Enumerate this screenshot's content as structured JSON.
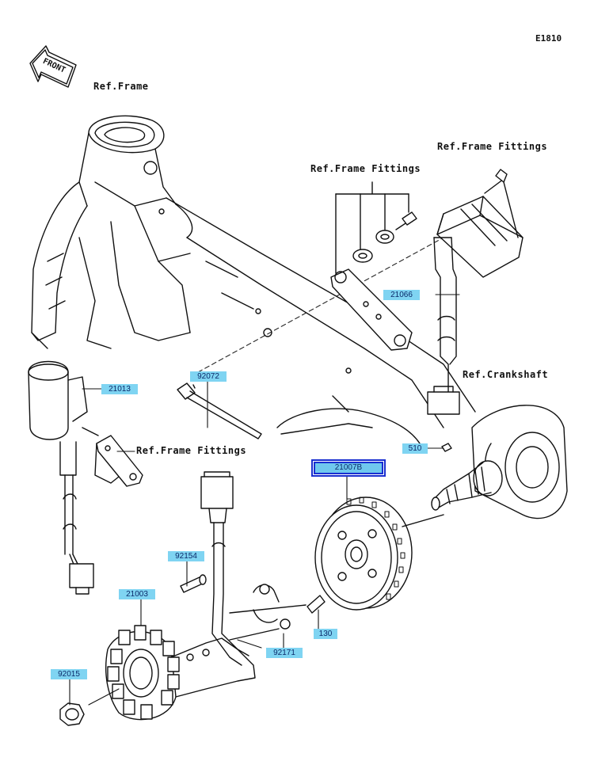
{
  "diagram_code": "E1810",
  "front_label": "FRONT",
  "refs": {
    "frame": "Ref.Frame",
    "frame_fittings_top": "Ref.Frame Fittings",
    "frame_fittings_mid": "Ref.Frame Fittings",
    "frame_fittings_low": "Ref.Frame Fittings",
    "crankshaft": "Ref.Crankshaft"
  },
  "parts": {
    "p21066": "21066",
    "p21013": "21013",
    "p92072": "92072",
    "p21007B": "21007B",
    "p510": "510",
    "p92154": "92154",
    "p21003": "21003",
    "p130": "130",
    "p92171": "92171",
    "p92015": "92015"
  },
  "colors": {
    "tag_fill": "#7fd4f2",
    "selected_border": "#1a2fd0",
    "line": "#111111"
  }
}
